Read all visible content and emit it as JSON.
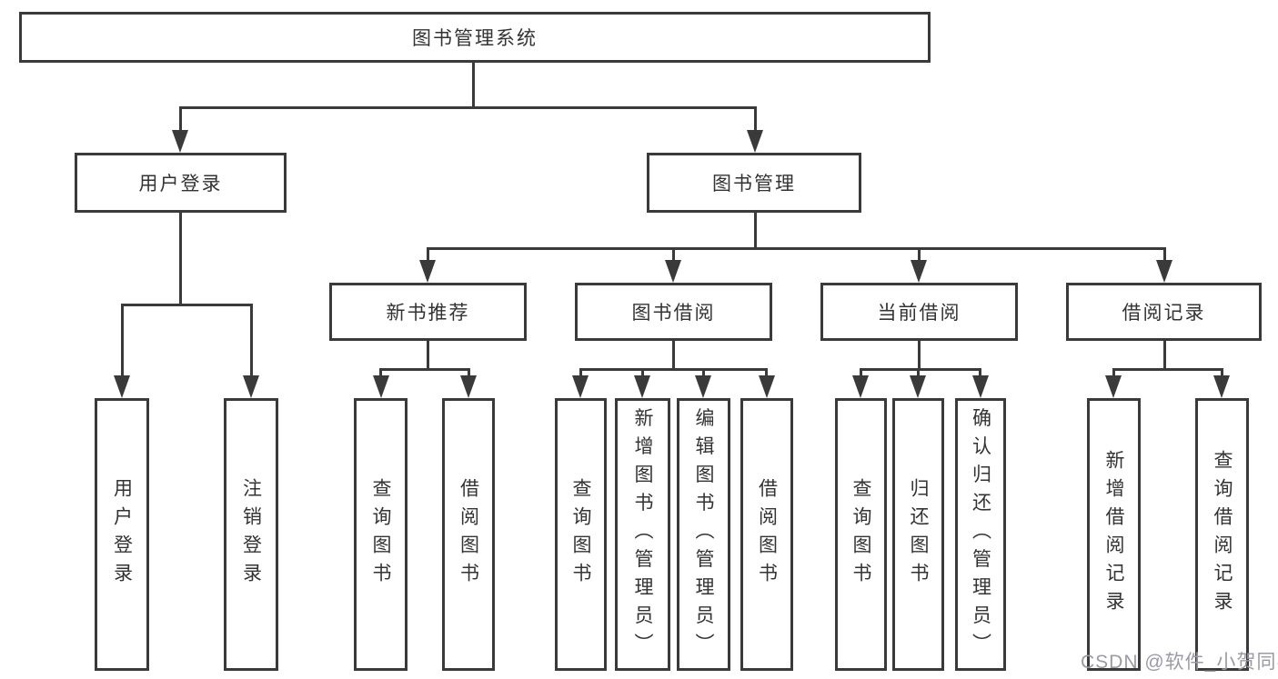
{
  "diagram": {
    "root": {
      "label": "图书管理系统"
    },
    "level2": {
      "user_login": {
        "label": "用户登录"
      },
      "book_management": {
        "label": "图书管理"
      }
    },
    "level3": {
      "new_book_recommend": {
        "label": "新书推荐"
      },
      "book_borrowing": {
        "label": "图书借阅"
      },
      "current_borrowing": {
        "label": "当前借阅"
      },
      "borrowing_records": {
        "label": "借阅记录"
      }
    },
    "leaves": {
      "user_login": [
        "用户登录",
        "注销登录"
      ],
      "new_book_recommend": [
        "查询图书",
        "借阅图书"
      ],
      "book_borrowing": [
        "查询图书",
        "新增图书（管理员）",
        "编辑图书（管理员）",
        "借阅图书"
      ],
      "current_borrowing": [
        "查询图书",
        "归还图书",
        "确认归还（管理员）"
      ],
      "borrowing_records": [
        "新增借阅记录",
        "查询借阅记录"
      ]
    }
  },
  "watermark": {
    "text": "CSDN @软件_小贺同学"
  },
  "colors": {
    "line": "#3a3a3a",
    "text": "#333333",
    "watermark": "#9b9ba3",
    "background": "#ffffff"
  }
}
